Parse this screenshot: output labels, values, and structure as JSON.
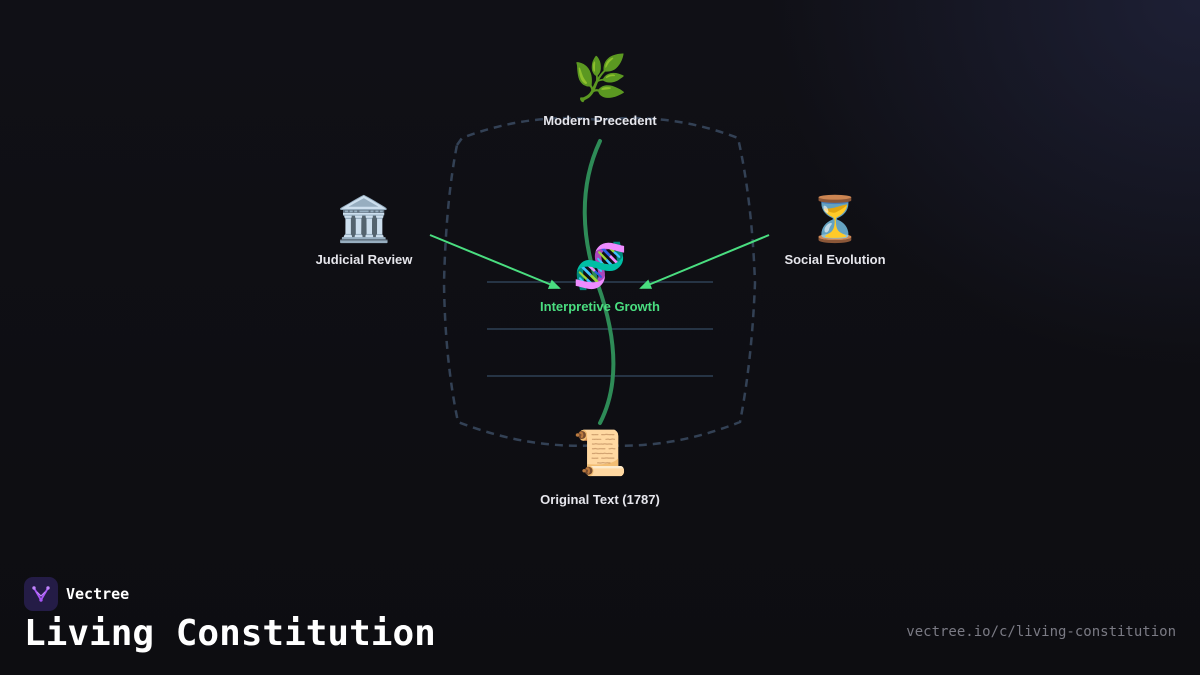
{
  "diagram": {
    "nodes": {
      "top": {
        "label": "Modern Precedent",
        "emoji": "🌿",
        "icon": "herb-icon"
      },
      "left": {
        "label": "Judicial Review",
        "emoji": "🏛️",
        "icon": "classical-building-icon"
      },
      "right": {
        "label": "Social Evolution",
        "emoji": "⏳",
        "icon": "hourglass-icon"
      },
      "center": {
        "label": "Interpretive Growth",
        "emoji": "🧬",
        "icon": "dna-icon"
      },
      "bottom": {
        "label": "Original Text (1787)",
        "emoji": "📜",
        "icon": "scroll-icon"
      }
    },
    "colors": {
      "stem": "#2e8b57",
      "arrow": "#4ade80",
      "boundary": "#334155",
      "guides": "#263445",
      "center_label": "#4ade80"
    }
  },
  "brand": {
    "name": "Vectree",
    "title": "Living Constitution",
    "url": "vectree.io/c/living-constitution",
    "accent": "#a855f7"
  }
}
